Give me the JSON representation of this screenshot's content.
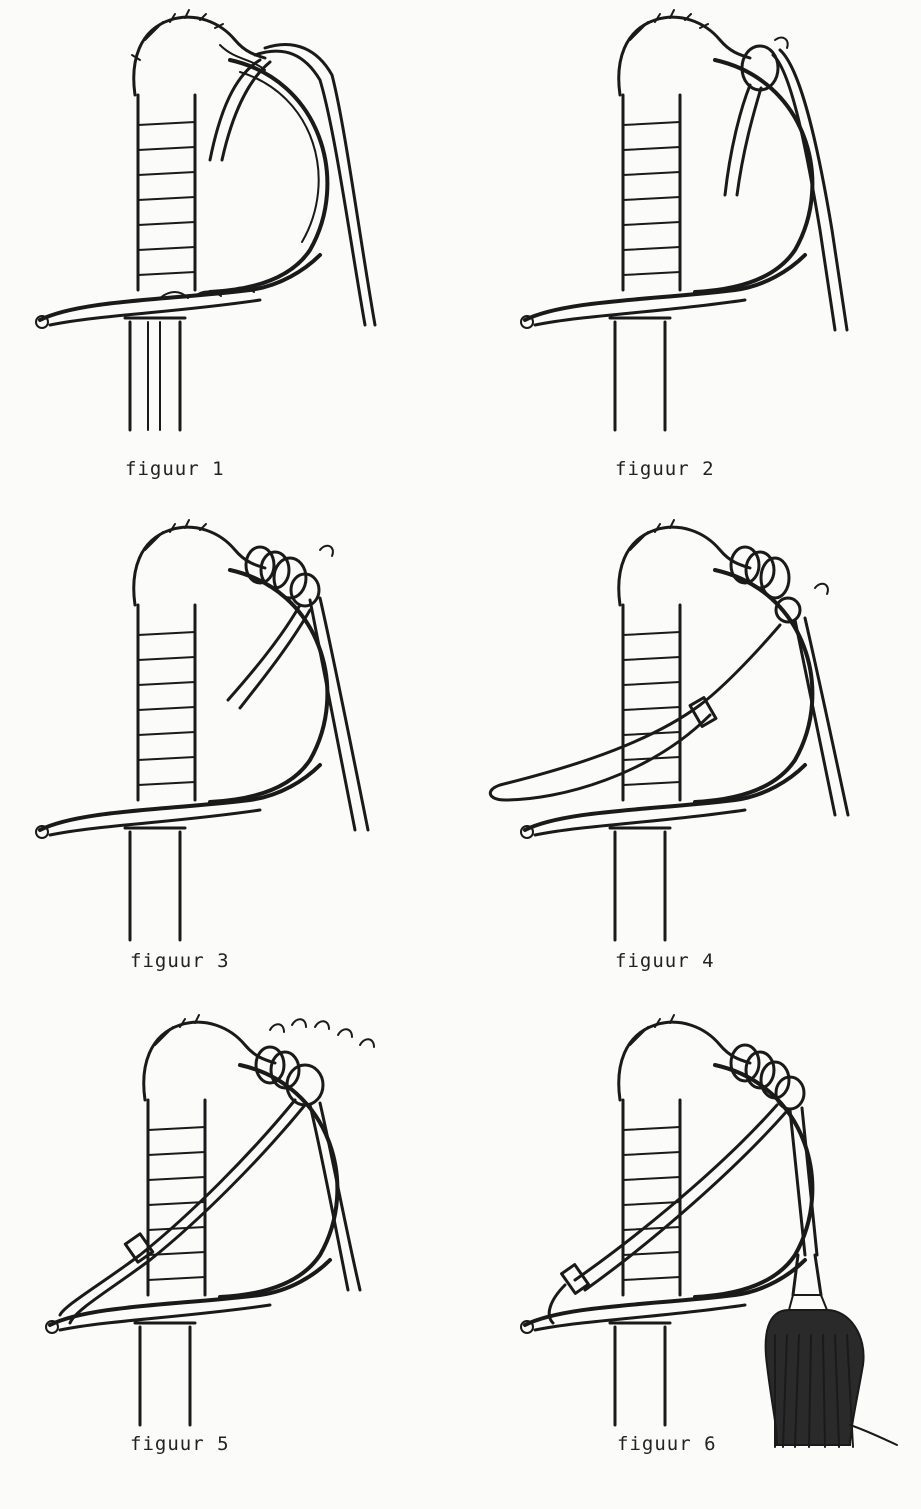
{
  "figures": [
    {
      "caption": "figuur 1",
      "step": 1
    },
    {
      "caption": "figuur 2",
      "step": 2
    },
    {
      "caption": "figuur 3",
      "step": 3
    },
    {
      "caption": "figuur 4",
      "step": 4
    },
    {
      "caption": "figuur 5",
      "step": 5
    },
    {
      "caption": "figuur 6",
      "step": 6
    }
  ]
}
